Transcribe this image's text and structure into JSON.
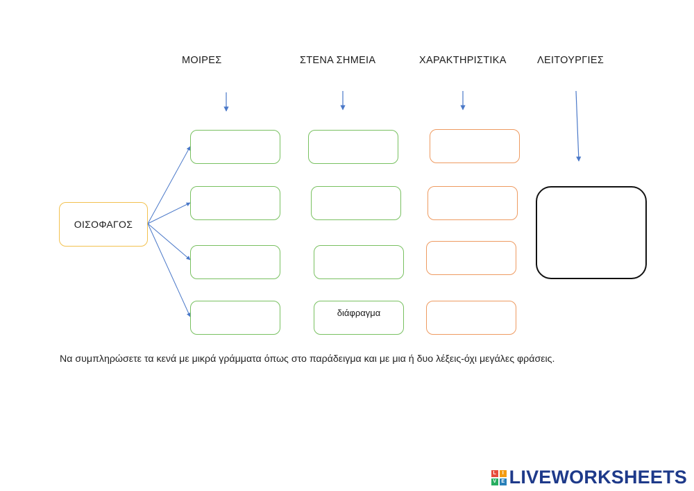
{
  "headers": {
    "moires": "ΜΟΙΡΕΣ",
    "stena": "ΣΤΕΝΑ ΣΗΜΕΙΑ",
    "xarakt": "ΧΑΡΑΚΤΗΡΙΣΤΙΚΑ",
    "leitourgies": "ΛΕΙΤΟΥΡΓΙΕΣ"
  },
  "source_box": "ΟΙΣΟΦΑΓΟΣ",
  "example_answer": "διάφραγμα",
  "instructions": "Να συμπληρώσετε τα κενά με μικρά γράμματα όπως στο παράδειγμα και με μια ή δυο λέξεις-όχι μεγάλες φράσεις.",
  "colors": {
    "green_border": "#78c060",
    "orange_border": "#ee9a60",
    "yellow_border": "#f2c14e",
    "arrow": "#4a78c8",
    "logo_text": "#1e3a8a"
  },
  "logo": {
    "cube_letters": [
      "L",
      "I",
      "V",
      "E"
    ],
    "cube_colors": [
      "#e74c3c",
      "#f39c12",
      "#27ae60",
      "#2980b9"
    ],
    "text": "LIVEWORKSHEETS"
  }
}
